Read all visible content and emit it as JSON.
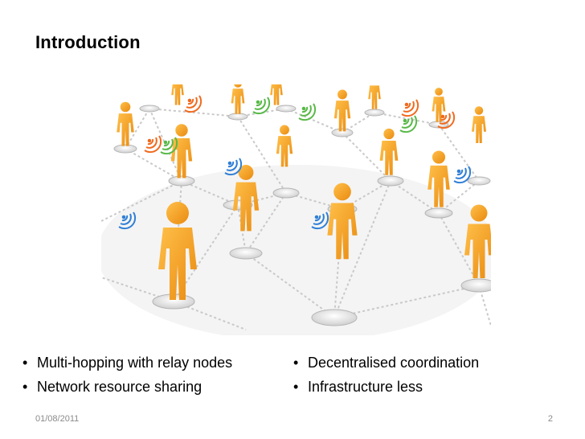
{
  "slide": {
    "title": "Introduction",
    "bullets_left": [
      "Multi-hopping with relay nodes",
      "Network resource sharing"
    ],
    "bullets_right": [
      "Decentralised coordination",
      "Infrastructure less"
    ],
    "bullet_glyph": "•",
    "footer_date": "01/08/2011",
    "page_number": "2"
  },
  "image": {
    "subject": "people network illustration",
    "person_color": "#f7a21b",
    "node_color": "#d9d9d9",
    "wifi_colors": [
      "#f06a1f",
      "#58b947",
      "#2f7fd6"
    ]
  }
}
